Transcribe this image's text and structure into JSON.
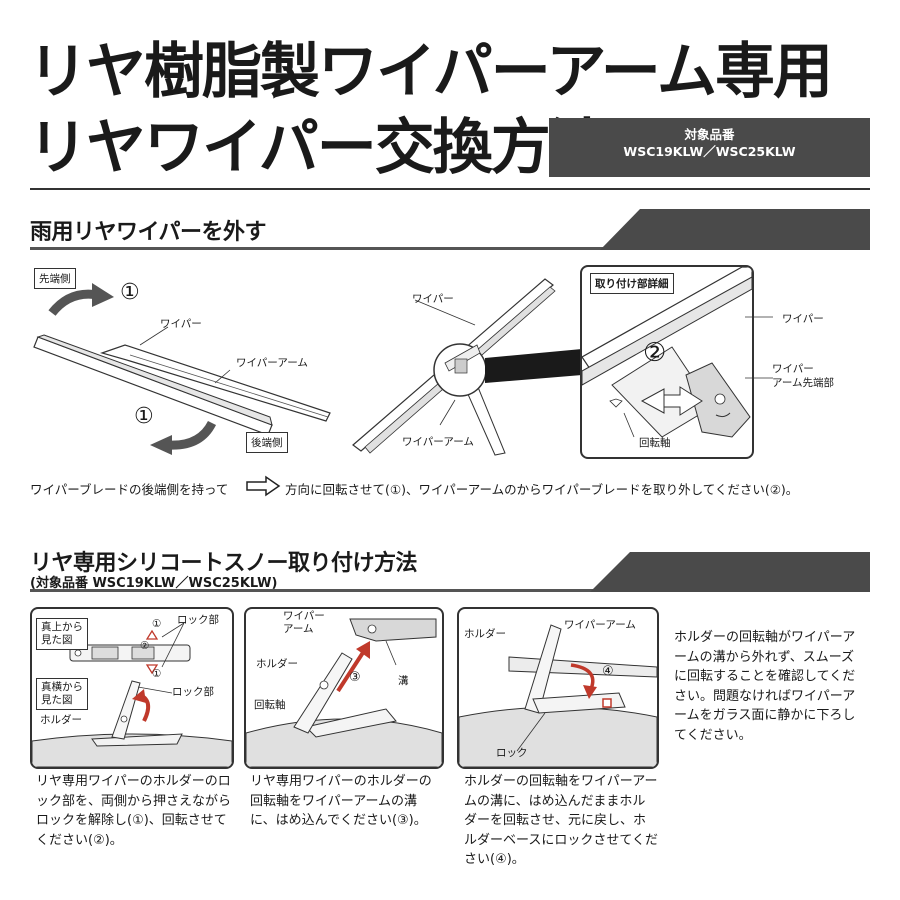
{
  "header": {
    "title_line1": "リヤ樹脂製ワイパーアーム専用",
    "title_line2": "リヤワイパー交換方法",
    "badge_label": "対象品番",
    "badge_models": "WSC19KLW／WSC25KLW"
  },
  "section1": {
    "title": "雨用リヤワイパーを外す",
    "fig1": {
      "front_side": "先端側",
      "rear_side": "後端側",
      "step1_top": "①",
      "step1_bottom": "①",
      "wiper": "ワイパー",
      "wiper_arm": "ワイパーアーム"
    },
    "fig2": {
      "wiper": "ワイパー",
      "wiper_arm": "ワイパーアーム"
    },
    "fig3": {
      "title": "取り付け部詳細",
      "wiper": "ワイパー",
      "arm_tip_line1": "ワイパー",
      "arm_tip_line2": "アーム先端部",
      "step2": "②",
      "pivot": "回転軸"
    },
    "instruction_before": "ワイパーブレードの後端側を持って",
    "instruction_after": "方向に回転させて(①)、ワイパーアームのからワイパーブレードを取り外してください(②)。"
  },
  "section2": {
    "title": "リヤ専用シリコートスノー取り付け方法",
    "subtitle": "(対象品番 WSC19KLW／WSC25KLW)",
    "panel1": {
      "top_view_line1": "真上から",
      "top_view_line2": "見た図",
      "side_view_line1": "真横から",
      "side_view_line2": "見た図",
      "lock_part_top": "ロック部",
      "lock_part_side": "ロック部",
      "holder": "ホルダー",
      "n1a": "①",
      "n2": "②",
      "n1b": "①",
      "caption": "リヤ専用ワイパーのホルダーのロック部を、両側から押さえながらロックを解除し(①)、回転させてください(②)。"
    },
    "panel2": {
      "wiper_arm_line1": "ワイパー",
      "wiper_arm_line2": "アーム",
      "holder": "ホルダー",
      "pivot": "回転軸",
      "groove": "溝",
      "step3": "③",
      "caption": "リヤ専用ワイパーのホルダーの回転軸をワイパーアームの溝に、はめ込んでください(③)。"
    },
    "panel3": {
      "holder": "ホルダー",
      "wiper_arm": "ワイパーアーム",
      "step4": "④",
      "lock": "ロック",
      "caption": "ホルダーの回転軸をワイパーアームの溝に、はめ込んだままホルダーを回転させ、元に戻し、ホルダーベースにロックさせてください(④)。"
    },
    "side_note": "ホルダーの回転軸がワイパーアームの溝から外れず、スムーズに回転することを確認してください。問題なければワイパーアームをガラス面に静かに下ろしてください。"
  },
  "colors": {
    "badge_bg": "#4a4a4a",
    "text": "#1a1a1a",
    "highlight_red": "#c0392b",
    "wiper_gray": "#d8d8d8"
  }
}
